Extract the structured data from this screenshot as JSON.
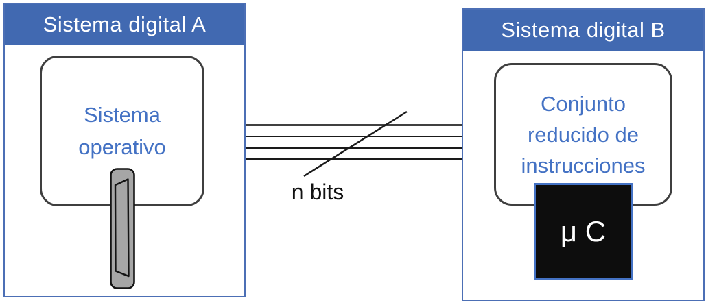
{
  "diagram": {
    "system_a": {
      "title": "Sistema digital A",
      "box_label_lines": [
        "Sistema",
        "operativo"
      ]
    },
    "system_b": {
      "title": "Sistema digital B",
      "box_label_lines": [
        "Conjunto",
        "reducido de",
        "instrucciones"
      ],
      "chip_label": "μ C"
    },
    "bus": {
      "label": "n bits",
      "line_count": 4
    },
    "icons": {
      "connector": "plug-connector-icon"
    },
    "colors": {
      "header_blue": "#4169B1",
      "panel_border_blue": "#4C6FB5",
      "label_blue": "#4472C4",
      "box_border_gray": "#3F3F3F",
      "connector_gray": "#A6A6A6",
      "connector_outline": "#141414",
      "chip_black": "#0D0D0D",
      "chip_border_blue": "#4472C4",
      "bus_line_dark": "#404040",
      "bus_line_black": "#1A1A1A",
      "bus_label_black": "#111111"
    }
  }
}
